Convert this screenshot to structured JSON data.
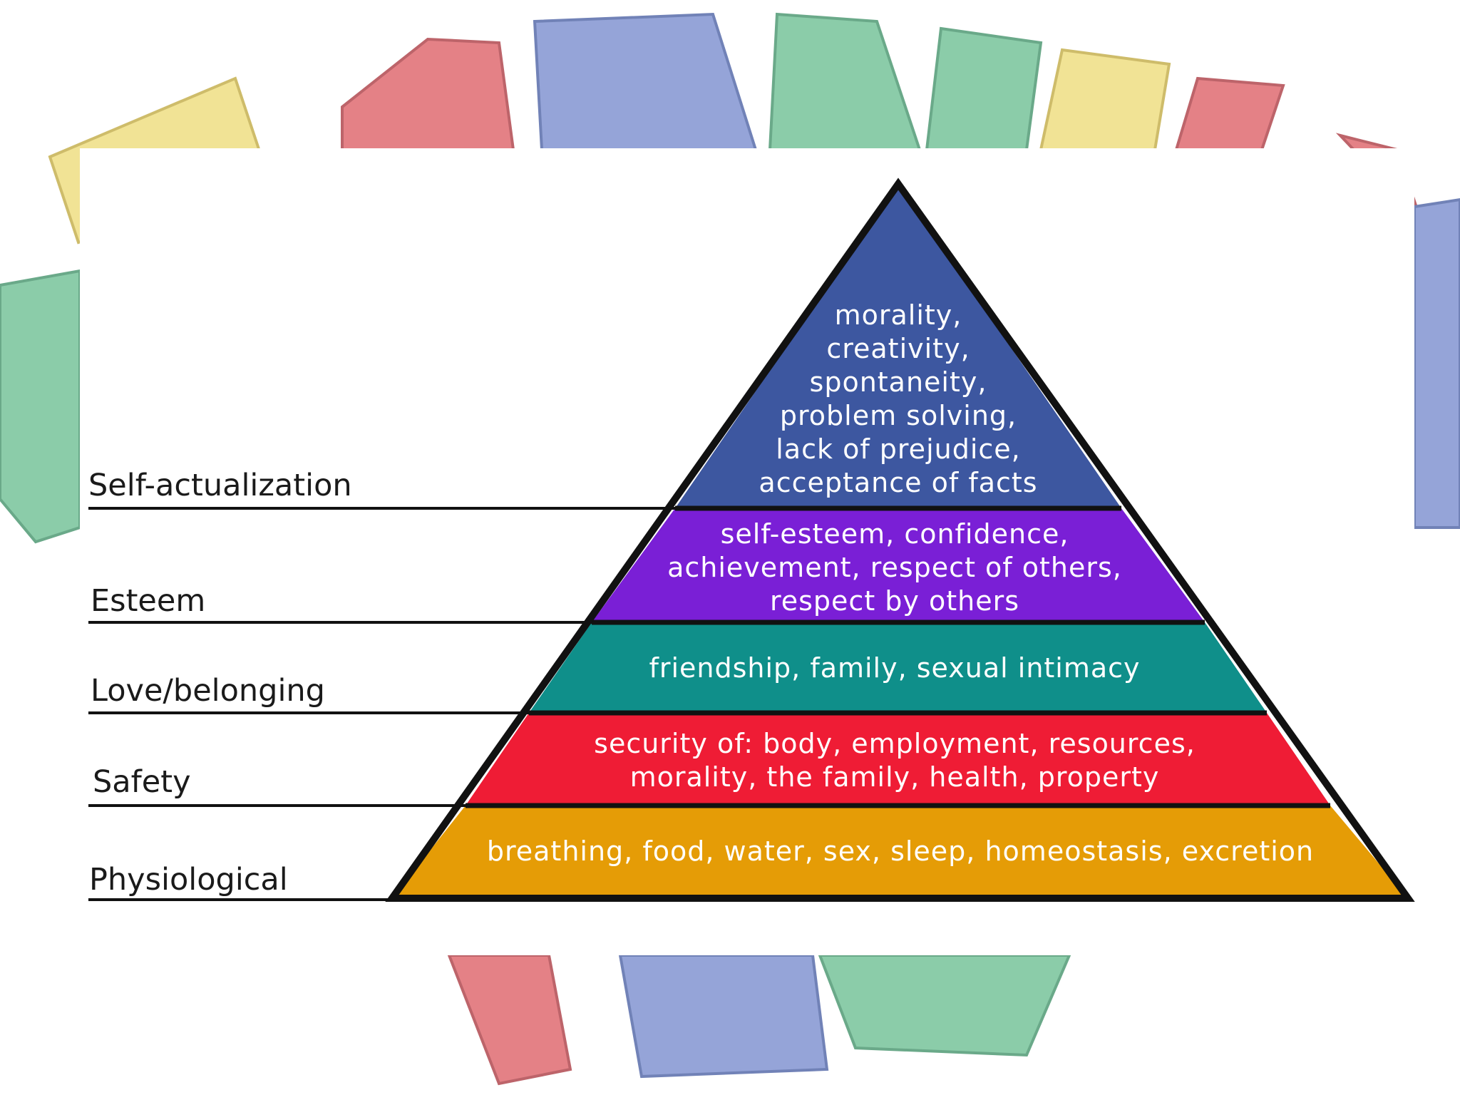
{
  "levels": [
    {
      "name": "Self-actualization",
      "color": "#3d57a0",
      "lines": [
        "morality,",
        "creativity,",
        "spontaneity,",
        "problem solving,",
        "lack of prejudice,",
        "acceptance of facts"
      ]
    },
    {
      "name": "Esteem",
      "color": "#7a1fd6",
      "lines": [
        "self-esteem, confidence,",
        "achievement, respect of others,",
        "respect by others"
      ]
    },
    {
      "name": "Love/belonging",
      "color": "#0f8f8a",
      "lines": [
        "friendship, family, sexual intimacy"
      ]
    },
    {
      "name": "Safety",
      "color": "#ef1c35",
      "lines": [
        "security of: body, employment, resources,",
        "morality, the family, health, property"
      ]
    },
    {
      "name": "Physiological",
      "color": "#e59c06",
      "lines": [
        "breathing, food, water, sex, sleep, homeostasis, excretion"
      ]
    }
  ],
  "background": {
    "description_colors": [
      "#f0e08a",
      "#e2747a",
      "#8a9bd4",
      "#7fc7a0"
    ]
  }
}
